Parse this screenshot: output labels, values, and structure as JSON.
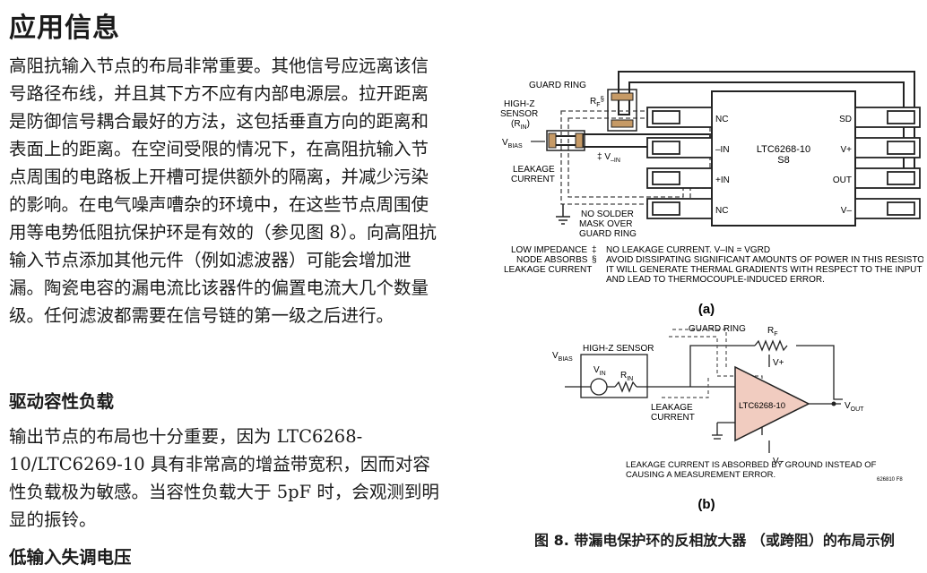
{
  "heading": "应用信息",
  "para1": "高阻抗输入节点的布局非常重要。其他信号应远离该信号路径布线，并且其下方不应有内部电源层。拉开距离是防御信号耦合最好的方法，这包括垂直方向的距离和表面上的距离。在空间受限的情况下，在高阻抗输入节点周围的电路板上开槽可提供额外的隔离，并减少污染的影响。在电气噪声嘈杂的环境中，在这些节点周围使用等电势低阻抗保护环是有效的（参见图 8）。向高阻抗输入节点添加其他元件（例如滤波器）可能会增加泄漏。陶瓷电容的漏电流比该器件的偏置电流大几个数量级。任何滤波都需要在信号链的第一级之后进行。",
  "sub1": "驱动容性负载",
  "para2": "输出节点的布局也十分重要，因为 LTC6268-10/LTC6269-10 具有非常高的增益带宽积，因而对容性负载极为敏感。当容性负载大于 5pF 时，会观测到明显的振铃。",
  "sub2": "低输入失调电压",
  "figure": {
    "a": {
      "guard_ring": "GUARD RING",
      "rf": "R",
      "rf_sub": "F",
      "rf_mark": "§",
      "highz1": "HIGH-Z",
      "highz2": "SENSOR",
      "rin": "(R",
      "rin_sub": "IN",
      "rin_close": ")",
      "vbias": "V",
      "vbias_sub": "BIAS",
      "leak1": "LEAKAGE",
      "leak2": "CURRENT",
      "vin_mark": "‡ V",
      "vin_sub": "–IN",
      "nosolder1": "NO SOLDER",
      "nosolder2": "MASK OVER",
      "nosolder3": "GUARD RING",
      "lowimp1": "LOW IMPEDANCE",
      "lowimp2": "NODE ABSORBS",
      "lowimp3": "LEAKAGE CURRENT",
      "note1_mark": "‡",
      "note1": "NO LEAKAGE CURRENT. V–IN = VGRD",
      "note2_mark": "§",
      "note2": "AVOID DISSIPATING SIGNIFICANT AMOUNTS OF POWER IN THIS RESISTOR.",
      "note3": "IT WILL GENERATE THERMAL GRADIENTS WITH RESPECT TO THE INPUT PINS",
      "note4": "AND LEAD TO THERMOCOUPLE-INDUCED ERROR.",
      "chip": "LTC6268-10",
      "chip_pkg": "S8",
      "pins_left": [
        "NC",
        "–IN",
        "+IN",
        "NC"
      ],
      "pins_right": [
        "SD",
        "V+",
        "OUT",
        "V–"
      ],
      "label": "(a)"
    },
    "b": {
      "guard_ring": "GUARD RING",
      "rf": "R",
      "rf_sub": "F",
      "vbias": "V",
      "vbias_sub": "BIAS",
      "highz": "HIGH-Z SENSOR",
      "vin": "V",
      "vin_sub": "IN",
      "rin": "R",
      "rin_sub": "IN",
      "leak1": "LEAKAGE",
      "leak2": "CURRENT",
      "amp": "LTC6268-10",
      "vplus": "V+",
      "vminus": "V–",
      "vout": "V",
      "vout_sub": "OUT",
      "note1": "LEAKAGE CURRENT IS ABSORBED BY GROUND INSTEAD OF",
      "note2": "CAUSING A MEASUREMENT ERROR.",
      "code": "626810 F8",
      "label": "(b)"
    },
    "caption": "图 8. 带漏电保护环的反相放大器 （或跨阻）的布局示例"
  }
}
